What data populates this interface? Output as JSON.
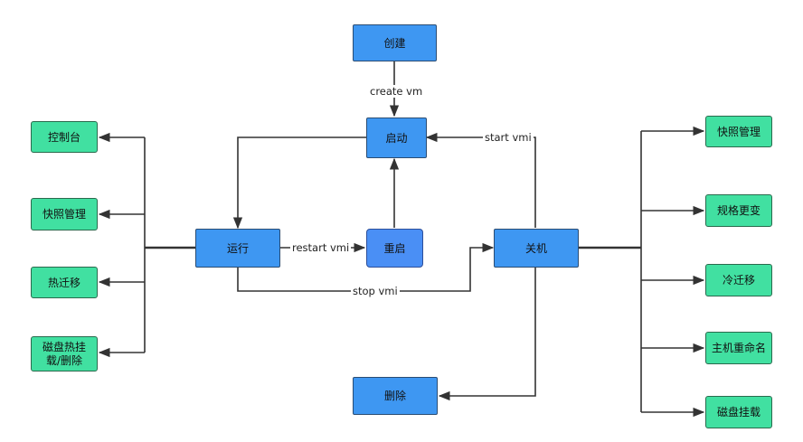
{
  "nodes": {
    "create": "创建",
    "start": "启动",
    "running": "运行",
    "reboot": "重启",
    "shutdown": "关机",
    "delete": "删除"
  },
  "left_actions": [
    "控制台",
    "快照管理",
    "热迁移",
    "磁盘热挂\n载/删除"
  ],
  "right_actions": [
    "快照管理",
    "规格更变",
    "冷迁移",
    "主机重命名",
    "磁盘挂载"
  ],
  "edge_labels": {
    "create_vm": "create vm",
    "start_vmi": "start vmi",
    "restart_vmi": "restart vmi",
    "stop_vmi": "stop vmi"
  },
  "colors": {
    "state_node": "#3e97f2",
    "reboot_node": "#4a8ff5",
    "action_node": "#41e0a1",
    "line": "#333333"
  }
}
